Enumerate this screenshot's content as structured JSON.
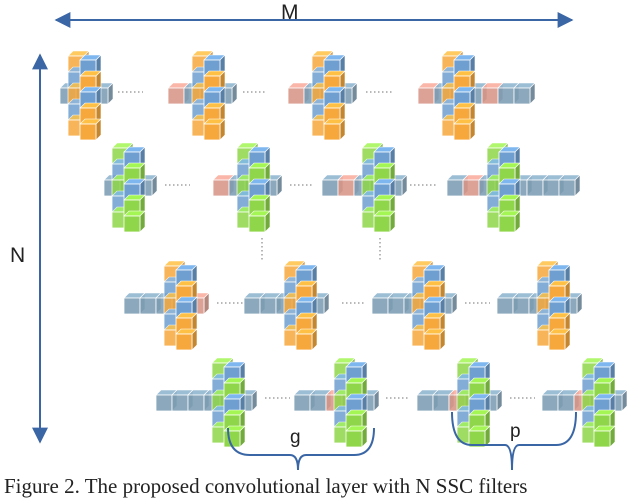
{
  "labels": {
    "m": "M",
    "n": "N",
    "g": "g",
    "p": "p"
  },
  "caption": "Figure 2. The proposed convolutional layer with N SSC filters",
  "colors": {
    "orange": "#f6a83c",
    "blue": "#6e9fd0",
    "green": "#8fd64a",
    "salmon": "#d9988a",
    "grey_blue": "#7f9fb6",
    "arrow": "#3a66a6",
    "bracket": "#3a66a6",
    "dots": "#b8b8b8"
  }
}
